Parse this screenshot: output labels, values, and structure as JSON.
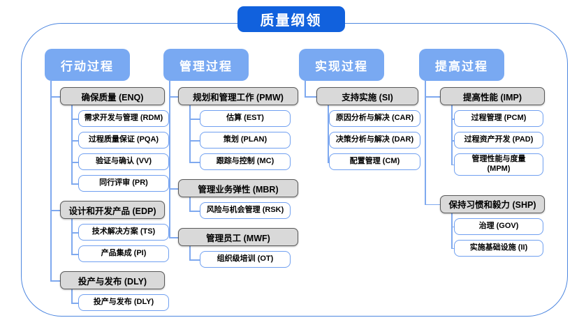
{
  "title": "质量纲领",
  "colors": {
    "title_bg": "#1161dd",
    "header_bg": "#79a9f2",
    "group_fill": "#d9d9d9",
    "group_border": "#595959",
    "leaf_border": "#6f9ff0",
    "connector": "#7fa9ef",
    "frame_border": "#4c86e0"
  },
  "columns": [
    {
      "header": "行动过程",
      "groups": [
        {
          "label": "确保质量 (ENQ)",
          "children": [
            "需求开发与管理 (RDM)",
            "过程质量保证 (PQA)",
            "验证与确认 (VV)",
            "同行评审 (PR)"
          ]
        },
        {
          "label": "设计和开发产品 (EDP)",
          "children": [
            "技术解决方案 (TS)",
            "产品集成 (PI)"
          ]
        },
        {
          "label": "投产与发布 (DLY)",
          "children": [
            "投产与发布 (DLY)"
          ]
        }
      ]
    },
    {
      "header": "管理过程",
      "groups": [
        {
          "label": "规划和管理工作 (PMW)",
          "children": [
            "估算 (EST)",
            "策划 (PLAN)",
            "跟踪与控制 (MC)"
          ]
        },
        {
          "label": "管理业务弹性 (MBR)",
          "children": [
            "风险与机会管理 (RSK)"
          ]
        },
        {
          "label": "管理员工 (MWF)",
          "children": [
            "组织级培训 (OT)"
          ]
        }
      ]
    },
    {
      "header": "实现过程",
      "groups": [
        {
          "label": "支持实施 (SI)",
          "children": [
            "原因分析与解决 (CAR)",
            "决策分析与解决 (DAR)",
            "配置管理 (CM)"
          ]
        }
      ]
    },
    {
      "header": "提高过程",
      "groups": [
        {
          "label": "提高性能 (IMP)",
          "children": [
            "过程管理 (PCM)",
            "过程资产开发 (PAD)",
            "管理性能与度量\n(MPM)"
          ]
        },
        {
          "label": "保持习惯和毅力 (SHP)",
          "children": [
            "治理 (GOV)",
            "实施基础设施 (II)"
          ]
        }
      ]
    }
  ]
}
